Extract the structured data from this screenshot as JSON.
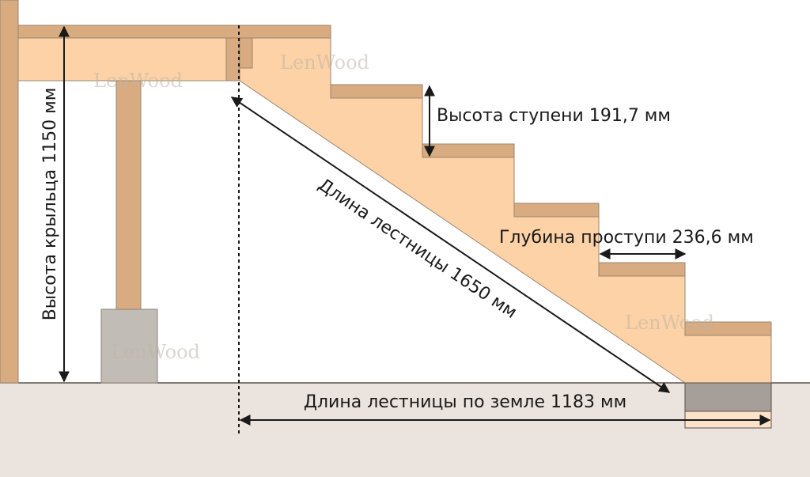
{
  "diagram": {
    "type": "stair-dimension-diagram",
    "watermark": "LenWood",
    "labels": {
      "porch_height": "Высота крыльца 1150 мм",
      "step_height": "Высота ступени 191,7 мм",
      "tread_depth": "Глубина проступи 236,6 мм",
      "stair_length": "Длина лестницы 1650 мм",
      "ground_length": "Длина лестницы по земле 1183 мм"
    },
    "values": {
      "porch_height_mm": 1150,
      "step_height_mm": 191.7,
      "tread_depth_mm": 236.6,
      "stair_length_mm": 1650,
      "ground_length_mm": 1183
    },
    "colors": {
      "wood_dark": "#d8ab80",
      "wood_light": "#fcd2a6",
      "outline": "#9a8570",
      "concrete": "#c1bcb5",
      "ground": "#ebe3de",
      "footing": "#a69e98",
      "sand": "#fde2ca",
      "ink": "#1a1a1a"
    }
  }
}
